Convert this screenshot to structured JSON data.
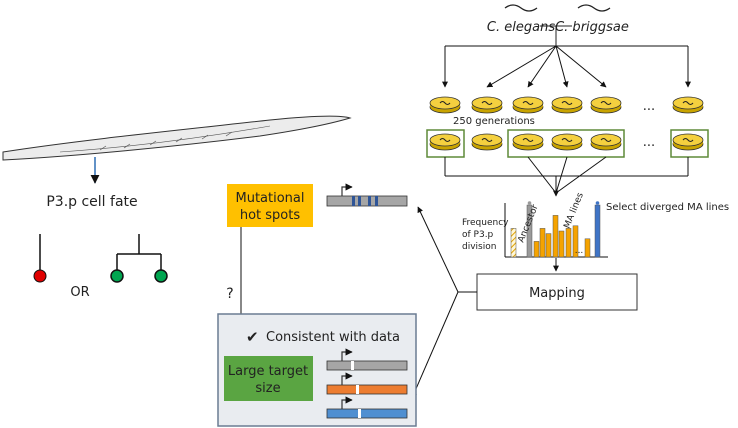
{
  "species": {
    "left": "C. elegans",
    "right": "C. briggsae"
  },
  "generations_label": "250 generations",
  "ellipsis": "...",
  "bar_ellipsis": "...",
  "select_label": "Select diverged MA lines",
  "y_label": [
    "Frequency",
    "of P3.p",
    "division"
  ],
  "bar_labels": {
    "ancestor": "Ancestor",
    "ma_lines": "MA lines"
  },
  "mapping_label": "Mapping",
  "worm_label": "P3.p cell fate",
  "or_label": "OR",
  "question": "?",
  "hotspot_label": [
    "Mutational",
    "hot spots"
  ],
  "consistent_label": "Consistent with data",
  "checkmark": "✔",
  "large_target_label": [
    "Large target",
    "size"
  ],
  "colors": {
    "dish_yellow": "#f4d03f",
    "dish_dark": "#8a6d00",
    "green_box": "#5e8a38",
    "orange_box": "#ffc000",
    "green_fill": "#5aa542",
    "panel_fill": "#e9ecf0",
    "panel_stroke": "#6a7c92",
    "red_fate": "#e00000",
    "green_fate": "#00a550",
    "gene_gray": "#a6a6a6",
    "gene_orange": "#ed7d31",
    "gene_blue": "#4f8fd1",
    "bar_orange": "#f5a300",
    "bar_gray": "#9a9a9a",
    "bar_blue": "#3f74c6"
  },
  "chart_data": {
    "type": "bar",
    "title": "",
    "ylabel": "Frequency of P3.p division",
    "bars": [
      {
        "group": "Ancestor",
        "value": 0.55,
        "color": "hatched"
      },
      {
        "group": "MA lines",
        "value": 1.0,
        "color": "gray"
      },
      {
        "group": "MA lines",
        "value": 0.3,
        "color": "orange"
      },
      {
        "group": "MA lines",
        "value": 0.55,
        "color": "orange"
      },
      {
        "group": "MA lines",
        "value": 0.45,
        "color": "orange"
      },
      {
        "group": "MA lines",
        "value": 0.8,
        "color": "orange"
      },
      {
        "group": "MA lines",
        "value": 0.5,
        "color": "orange"
      },
      {
        "group": "MA lines",
        "value": 0.55,
        "color": "orange"
      },
      {
        "group": "MA lines",
        "value": 0.6,
        "color": "orange"
      },
      {
        "group": "MA lines",
        "value": 0.35,
        "color": "orange"
      },
      {
        "group": "MA lines",
        "value": 1.0,
        "color": "blue"
      }
    ],
    "ylim": [
      0,
      1
    ]
  }
}
